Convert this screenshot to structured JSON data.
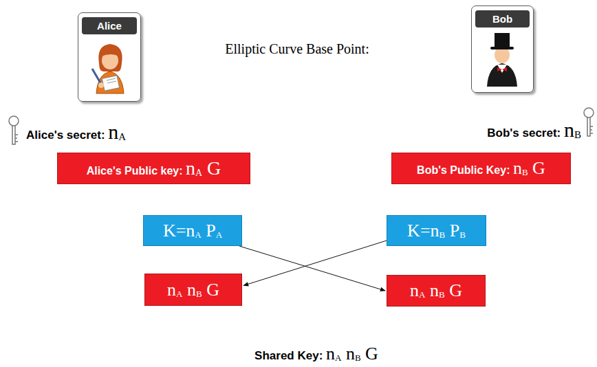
{
  "diagram": {
    "nodes": [
      {
        "text": [
          "Alice"
        ]
      },
      {
        "text": [
          "Bob"
        ]
      },
      {
        "text": [
          "Alice's Public key: nA G"
        ]
      },
      {
        "text": [
          "Bob's Public Key: nB G"
        ]
      },
      {
        "text": [
          "K=nA PA"
        ]
      },
      {
        "text": [
          "K=nB PB"
        ]
      },
      {
        "text": [
          "nA nB G"
        ]
      },
      {
        "text": [
          "nA nB G"
        ]
      }
    ],
    "edges": [
      {
        "from": 4,
        "to": 7,
        "arrow": "to"
      },
      {
        "from": 5,
        "to": 6,
        "arrow": "to"
      }
    ],
    "labels": [
      "Elliptic Curve Base Point:",
      "Alice's secret: nA",
      "Bob's secret: nB",
      "Shared Key: nA nB G"
    ]
  }
}
